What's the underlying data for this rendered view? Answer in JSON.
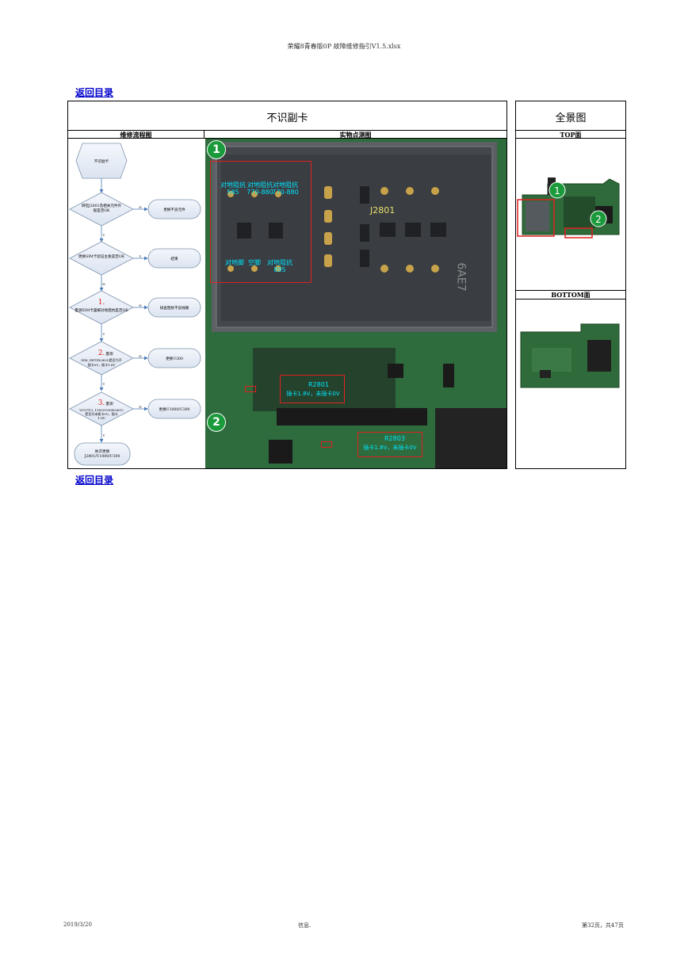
{
  "header": "荣耀8青春版0P 故障维修指引V1.5.xlsx",
  "back_link": "返回目录",
  "main_title": "不识副卡",
  "pano_title": "全景图",
  "flow_header": "维修流程图",
  "photo_header": "实物点测图",
  "top_label": "TOP面",
  "bottom_label": "BOTTOM面",
  "flow": {
    "start": "不识副卡",
    "d1": "目检J2801及相关元件外观是否OK",
    "a1": "更换不良元件",
    "d2": "更换SIM卡验证主板是否OK",
    "a2": "结束",
    "n3": "1.",
    "d3": "量测SIM卡座脚对地阻抗是否OK",
    "a3": "排查阻抗不良线路",
    "n4": "2.",
    "d4a": "量测",
    "d4b": "SIM_DET(R2803)是否为不插卡0V，插卡1.8V",
    "a4": "更换U300",
    "n5": "3.",
    "d5a": "量测",
    "d5b": "VOUT12_1V8/2V95(R2801)是否为未插卡0V，插卡1.8V",
    "a5": "更换U1000/U300",
    "end": "依次更换J2801/U1000/U300",
    "y": "Y",
    "n": "N"
  },
  "photo": {
    "a1": "对地阻抗",
    "v1": "585",
    "a2": "对地阻抗",
    "v2": "770-880",
    "a3": "对地阻抗",
    "v3": "770-880",
    "a4": "对地脚",
    "a5": "空脚",
    "a6": "对地阻抗",
    "v6": "895",
    "j": "J2801",
    "chip": "6AE7",
    "r1": "R2801",
    "r1t": "插卡1.8V，未插卡0V",
    "r2": "R2803",
    "r2t": "插卡1.8V，未插卡0V"
  },
  "badges": [
    "1",
    "2"
  ],
  "footer": {
    "date": "2019/3/20",
    "mid": "信息.",
    "page": "第32页，共47页"
  }
}
